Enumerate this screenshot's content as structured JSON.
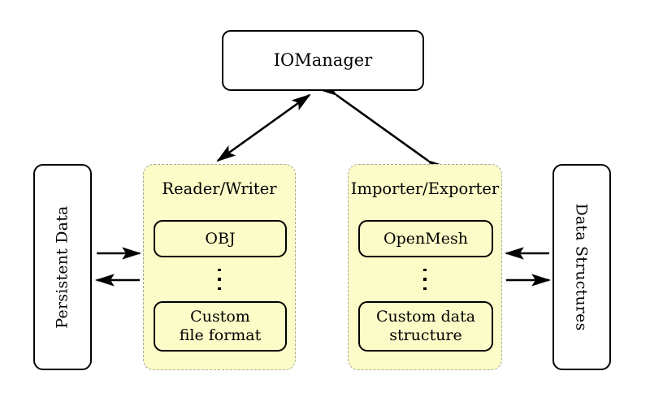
{
  "diagram": {
    "title_node": {
      "label": "IOManager"
    },
    "left_endpoint": {
      "label": "Persistent Data"
    },
    "right_endpoint": {
      "label": "Data Structures"
    },
    "panels": [
      {
        "id": "reader-writer",
        "title": "Reader/Writer",
        "fill_color": "#fcfcc8",
        "border_color": "#a8a8a0",
        "items": [
          {
            "label": "OBJ"
          },
          {
            "label": "Custom\nfile format",
            "line1": "Custom",
            "line2": "file format"
          }
        ],
        "ellipsis": "⋮"
      },
      {
        "id": "importer-exporter",
        "title": "Importer/Exporter",
        "fill_color": "#fcfcc8",
        "border_color": "#a8a8a0",
        "items": [
          {
            "label": "OpenMesh"
          },
          {
            "label": "Custom data\nstructure",
            "line1": "Custom data",
            "line2": "structure"
          }
        ],
        "ellipsis": "⋮"
      }
    ],
    "connections": [
      {
        "name": "iomanager-to-reader-writer",
        "from": "IOManager",
        "to": "Reader/Writer",
        "style": "double-headed-diagonal"
      },
      {
        "name": "iomanager-to-importer-exporter",
        "from": "IOManager",
        "to": "Importer/Exporter",
        "style": "double-headed-diagonal"
      },
      {
        "name": "persistent-data-to-reader-writer",
        "from": "Persistent Data",
        "to": "Reader/Writer",
        "style": "single-headed-right"
      },
      {
        "name": "reader-writer-to-persistent-data",
        "from": "Reader/Writer",
        "to": "Persistent Data",
        "style": "single-headed-left"
      },
      {
        "name": "data-structures-to-importer-exporter",
        "from": "Data Structures",
        "to": "Importer/Exporter",
        "style": "single-headed-left"
      },
      {
        "name": "importer-exporter-to-data-structures",
        "from": "Importer/Exporter",
        "to": "Data Structures",
        "style": "single-headed-right"
      }
    ],
    "colors": {
      "stroke": "#000000",
      "panel_fill": "#fcfcc8",
      "panel_border": "#a8a8a0",
      "background": "#ffffff"
    }
  }
}
